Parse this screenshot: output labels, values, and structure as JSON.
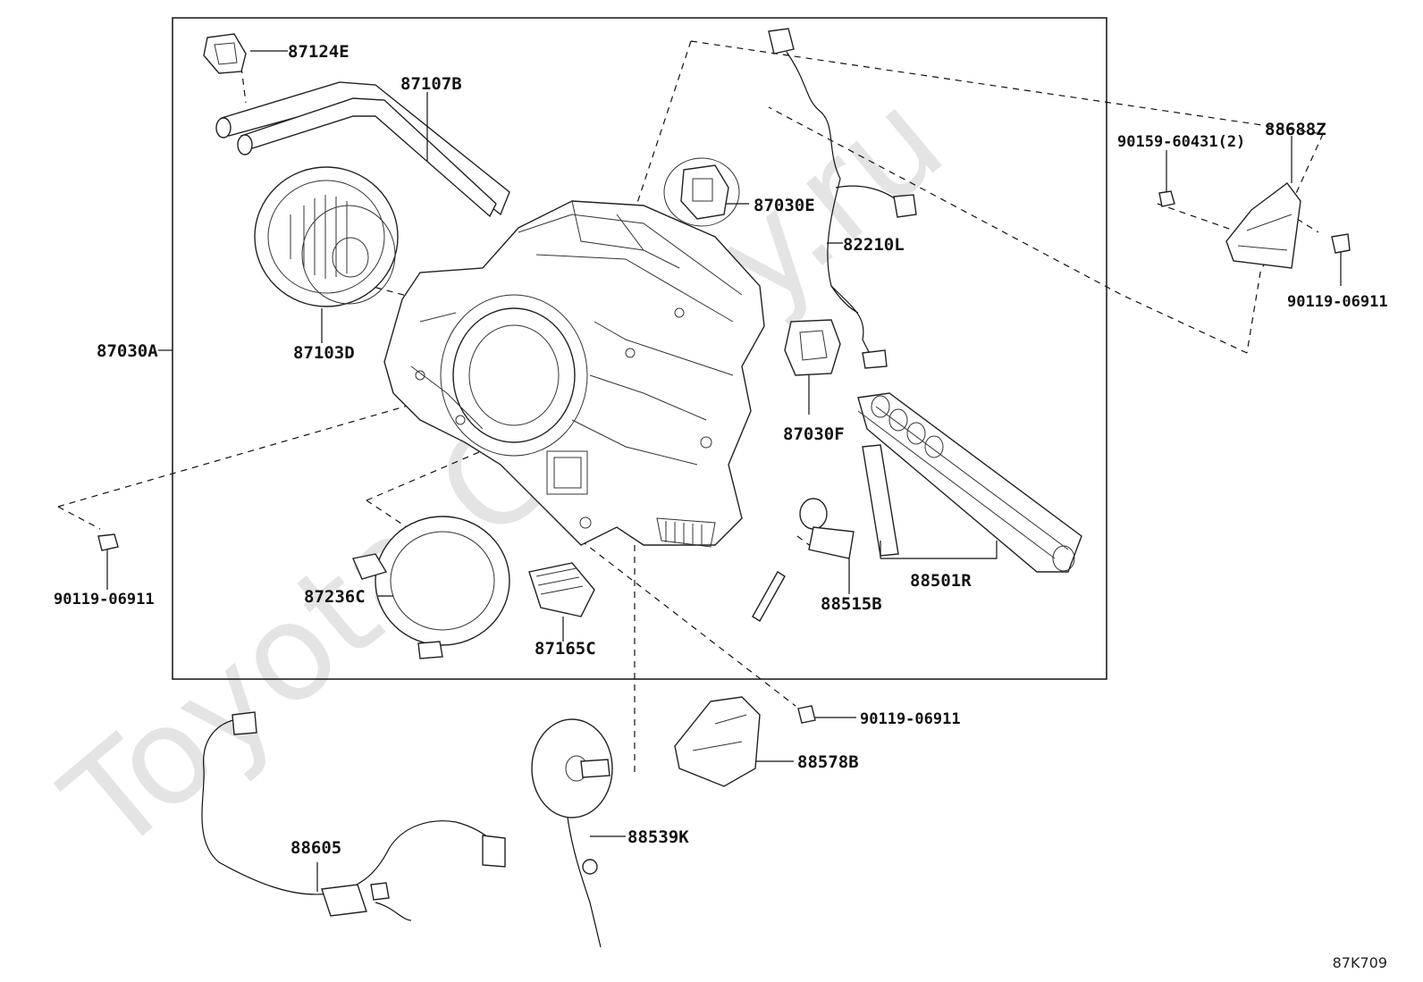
{
  "watermark": "Toyota-Camry.ru",
  "diagram_code": "87K709",
  "labels": {
    "p87124E": "87124E",
    "p87107B": "87107B",
    "p87030E": "87030E",
    "p82210L": "82210L",
    "p87030A": "87030A",
    "p87103D": "87103D",
    "p87030F": "87030F",
    "p88501R": "88501R",
    "p88515B": "88515B",
    "p87236C": "87236C",
    "p87165C": "87165C",
    "p90119_left": "90119-06911",
    "p90119_center": "90119-06911",
    "p90119_right": "90119-06911",
    "p90159": "90159-60431(2)",
    "p88688Z": "88688Z",
    "p88578B": "88578B",
    "p88539K": "88539K",
    "p88605": "88605"
  }
}
